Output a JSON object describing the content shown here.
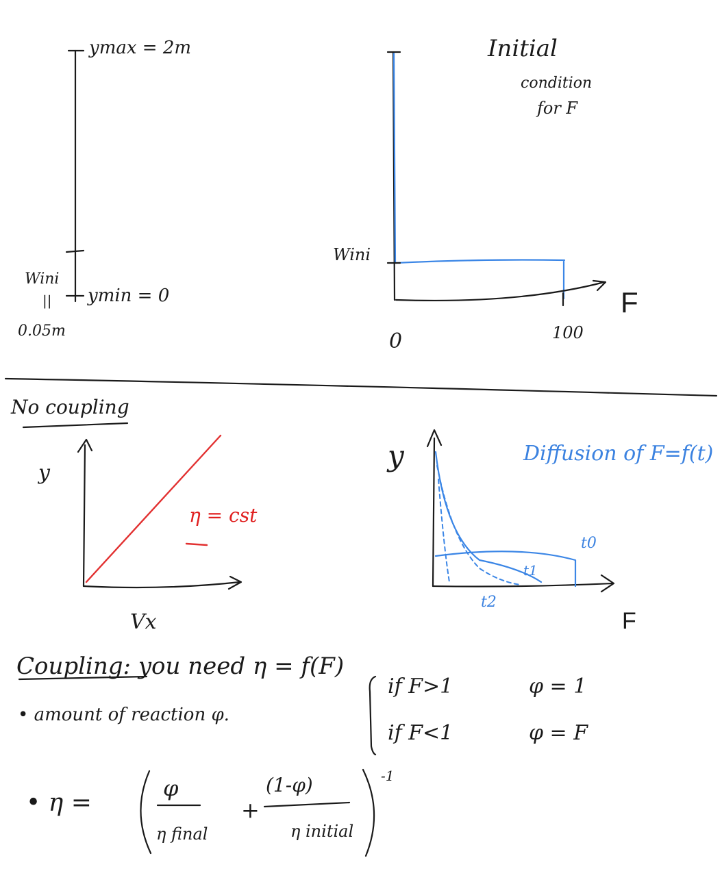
{
  "domain_sketch": {
    "panel_ycol": {
      "ymax": "ymax = 2m",
      "ymin": "ymin = 0",
      "wini": "Wini",
      "eq": "||",
      "wini_val": "0.05m"
    },
    "panel_initial": {
      "title_line1": "Initial",
      "title_line2": "condition",
      "title_line3": "for F",
      "wini": "Wini",
      "x_axis": "F",
      "tick0": "0",
      "tick100": "100"
    },
    "no_coupling": {
      "heading": "No coupling",
      "ylabel": "y",
      "xlabel": "Vx",
      "eta_label": "η = cst"
    },
    "diffusion": {
      "ylabel": "y",
      "xlabel": "F",
      "title": "Diffusion of F=f(t)",
      "t0": "t0",
      "t1": "t1",
      "t2": "t2"
    },
    "coupling": {
      "line1": "Coupling: you need η = f(F)",
      "bullet1": "• amount of reaction φ.",
      "case1_cond": "if F>1",
      "case1_val": "φ = 1",
      "case2_cond": "if F<1",
      "case2_val": "φ = F",
      "eta_lhs": "• η =",
      "num1": "φ",
      "den1": "η final",
      "plus": "+",
      "num2": "(1-φ)",
      "den2": "η initial",
      "exponent": "-1"
    }
  },
  "colors": {
    "ink": "#1a1a1a",
    "blue": "#3b86e6",
    "red": "#e23030",
    "background": "#ffffff"
  }
}
